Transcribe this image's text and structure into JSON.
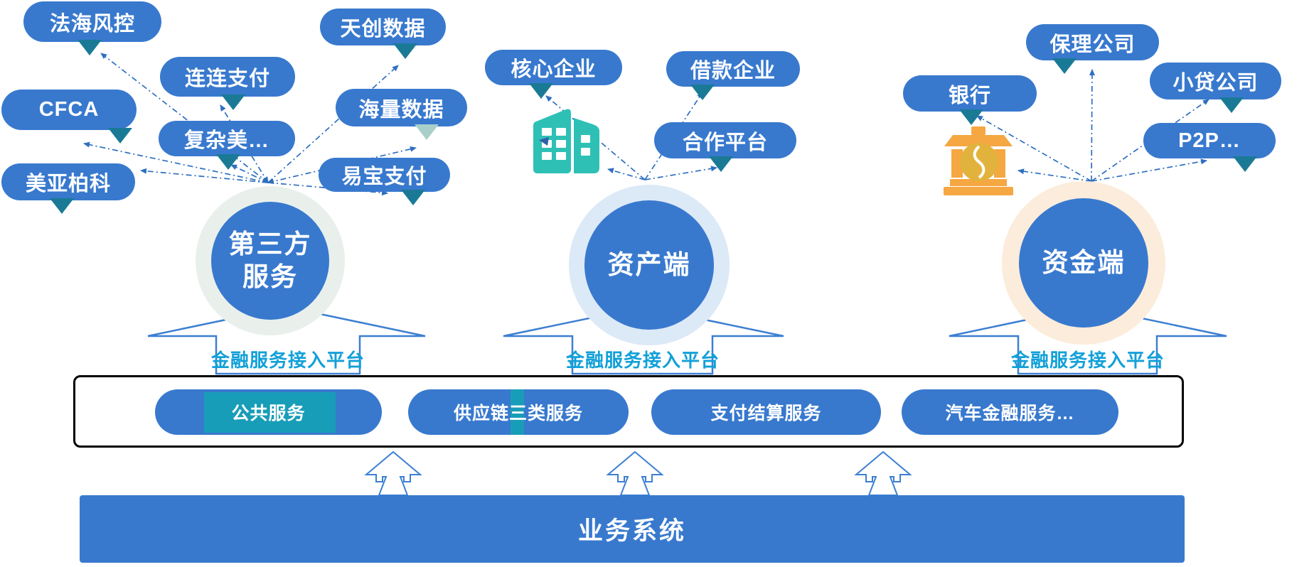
{
  "clusters": [
    {
      "name": "第三方服务",
      "circle_lines": [
        "第三方",
        "服务"
      ],
      "platform_label": "金融服务接入平台",
      "bubbles": [
        {
          "label": "法海风控"
        },
        {
          "label": "连连支付"
        },
        {
          "label": "CFCA"
        },
        {
          "label": "复杂美…"
        },
        {
          "label": "美亚柏科"
        },
        {
          "label": "天创数据"
        },
        {
          "label": "海量数据"
        },
        {
          "label": "易宝支付"
        }
      ]
    },
    {
      "name": "资产端",
      "circle_lines": [
        "资产端"
      ],
      "platform_label": "金融服务接入平台",
      "icon": "building-icon",
      "bubbles": [
        {
          "label": "核心企业"
        },
        {
          "label": "借款企业"
        },
        {
          "label": "合作平台"
        }
      ]
    },
    {
      "name": "资金端",
      "circle_lines": [
        "资金端"
      ],
      "platform_label": "金融服务接入平台",
      "icon": "bank-icon",
      "bubbles": [
        {
          "label": "银行"
        },
        {
          "label": "保理公司"
        },
        {
          "label": "小贷公司"
        },
        {
          "label": "P2P…"
        }
      ]
    }
  ],
  "services_box": {
    "items": [
      {
        "label": "公共服务",
        "highlighted": true
      },
      {
        "label": "供应链三类服务",
        "highlighted": true
      },
      {
        "label": "支付结算服务",
        "highlighted": false
      },
      {
        "label": "汽车金融服务…",
        "highlighted": false
      }
    ]
  },
  "bottom_bar": {
    "label": "业务系统"
  },
  "colors": {
    "primary_blue": "#3879ce",
    "pointer_teal": "#1a7a96",
    "teal_highlight": "#189db8",
    "platform_label_cyan": "#12a0d8",
    "building_teal": "#2fc0b5",
    "bank_orange": "#f5a742",
    "coin_gold": "#e2b33c",
    "halo_third_party": "#e9f0ec",
    "halo_asset": "#dce9f7",
    "halo_funding": "#fcecdb",
    "arrow_blue": "#2e6fc0"
  }
}
